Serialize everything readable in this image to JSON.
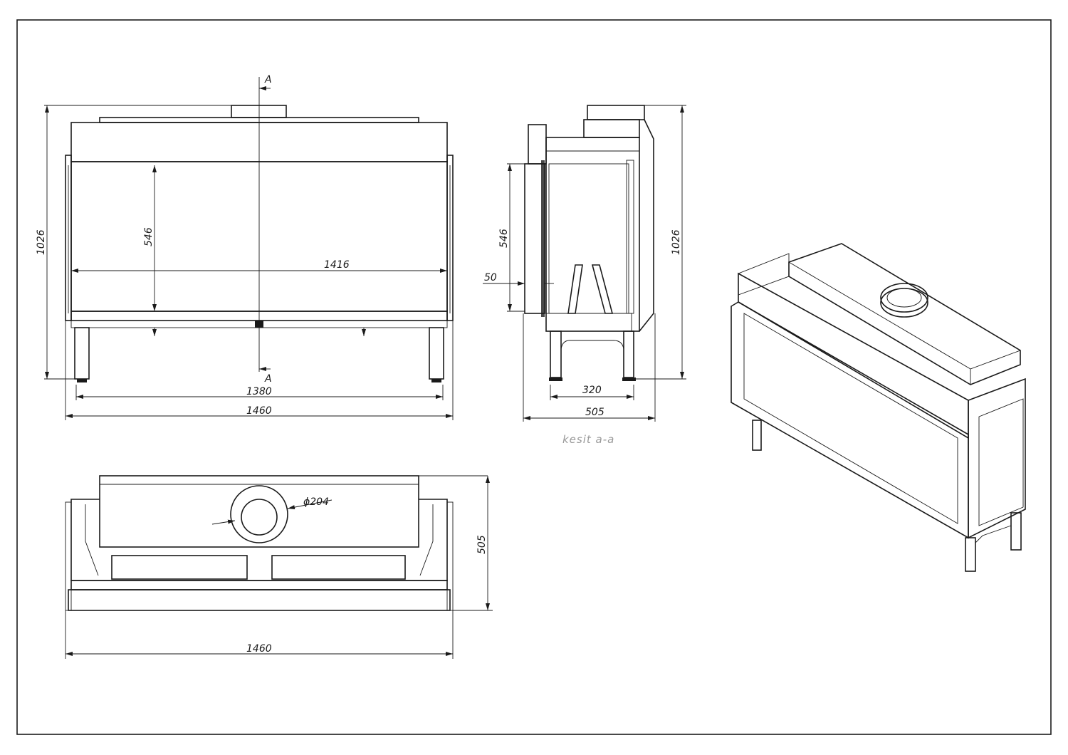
{
  "front_view": {
    "section_mark_top": "A",
    "section_mark_bottom": "A",
    "dim_total_height": "1026",
    "dim_glass_height": "546",
    "dim_glass_width": "1416",
    "dim_leg_spacing": "1380",
    "dim_total_width": "1460"
  },
  "section_view": {
    "dim_glass_height": "546",
    "dim_offset": "50",
    "dim_total_height": "1026",
    "dim_leg_spacing": "320",
    "dim_depth": "505",
    "caption": "kesit a-a"
  },
  "top_view": {
    "dim_flue_diameter": "ϕ204",
    "dim_depth": "505",
    "dim_total_width": "1460"
  }
}
